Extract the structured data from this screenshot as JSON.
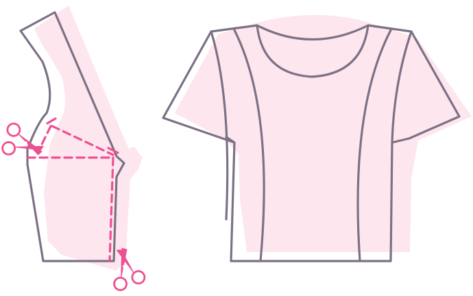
{
  "illustration": {
    "left": {
      "subject": "bodice-pattern-piece-with-cutting-lines",
      "scissors_count": 2
    },
    "right": {
      "subject": "princess-seam-t-shirt"
    }
  },
  "colors": {
    "outline": "#7c7185",
    "fill": "#fde6ee",
    "fill_edge": "#fadbe6",
    "cut_line": "#ee4f92",
    "scissors": "#ee4f92",
    "scissors_handle": "#ee4f92",
    "background": "#ffffff"
  }
}
